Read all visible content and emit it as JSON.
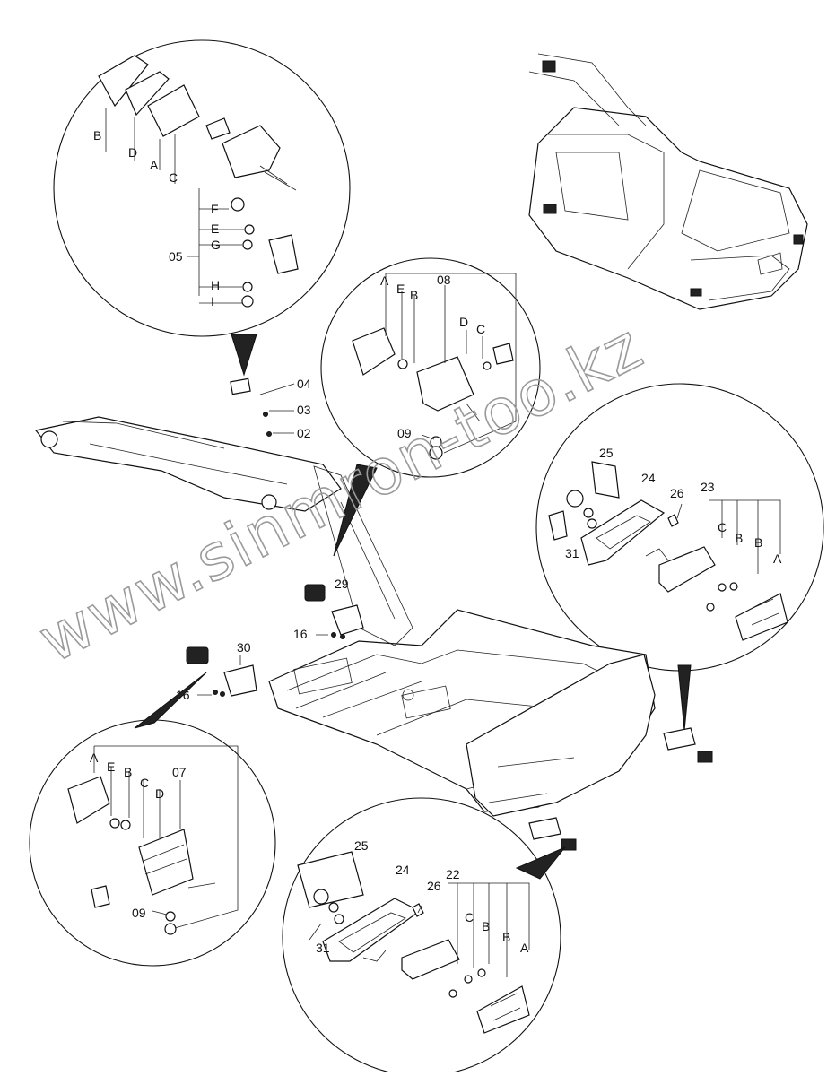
{
  "watermark": "www.sinmron-too.kz",
  "labels": {
    "top_callout": {
      "B": "B",
      "D": "D",
      "A": "A",
      "C": "C",
      "F": "F",
      "E": "E",
      "G": "G",
      "05": "05",
      "H": "H",
      "I": "I"
    },
    "boom": {
      "04": "04",
      "03": "03",
      "02": "02"
    },
    "right_top_callout": {
      "A": "A",
      "E": "E",
      "B": "B",
      "08": "08",
      "D": "D",
      "C": "C",
      "09": "09"
    },
    "rear_callout": {
      "25": "25",
      "24": "24",
      "26": "26",
      "23": "23",
      "C": "C",
      "B1": "B",
      "B2": "B",
      "A": "A",
      "31": "31"
    },
    "frame": {
      "29": "29",
      "16a": "16",
      "30": "30",
      "16b": "16"
    },
    "left_bottom_callout": {
      "A": "A",
      "E": "E",
      "B": "B",
      "C": "C",
      "D": "D",
      "07": "07",
      "09": "09"
    },
    "bottom_callout": {
      "25": "25",
      "24": "24",
      "26": "26",
      "22": "22",
      "C": "C",
      "B1": "B",
      "B2": "B",
      "A": "A",
      "31": "31"
    }
  },
  "colors": {
    "ink": "#111111",
    "watermark": "#9a9a9a",
    "background": "#ffffff"
  }
}
